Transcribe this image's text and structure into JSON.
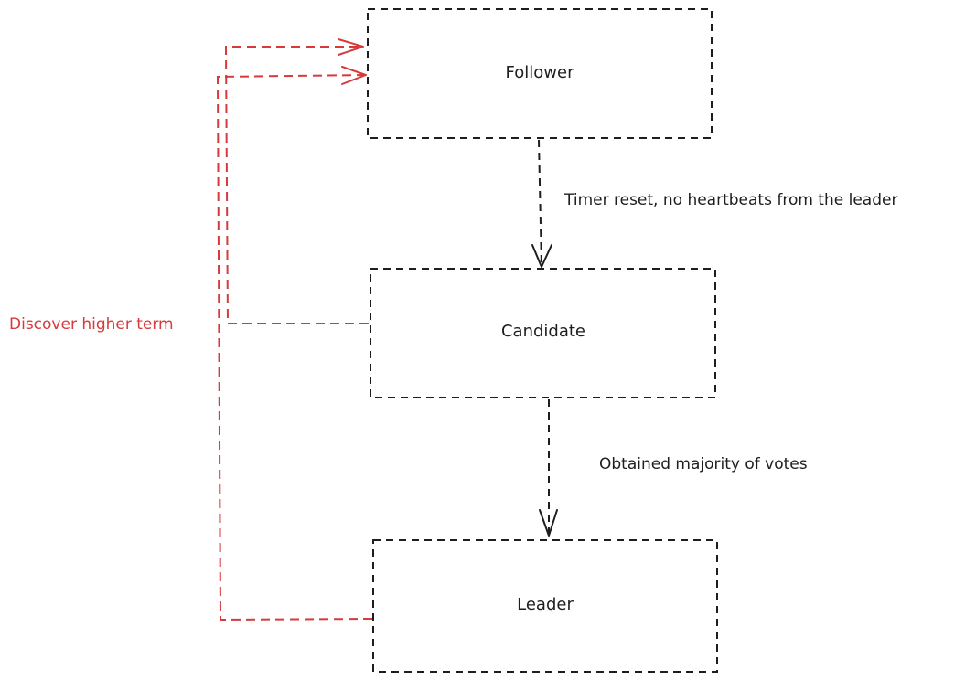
{
  "colors": {
    "ink": "#1e1e1e",
    "accent_red": "#d63a3a",
    "background": "#ffffff"
  },
  "states": {
    "follower": "Follower",
    "candidate": "Candidate",
    "leader": "Leader"
  },
  "transitions": {
    "follower_to_candidate": "Timer reset, no heartbeats from the leader",
    "candidate_to_leader": "Obtained majority of votes",
    "step_down": "Discover higher term"
  }
}
